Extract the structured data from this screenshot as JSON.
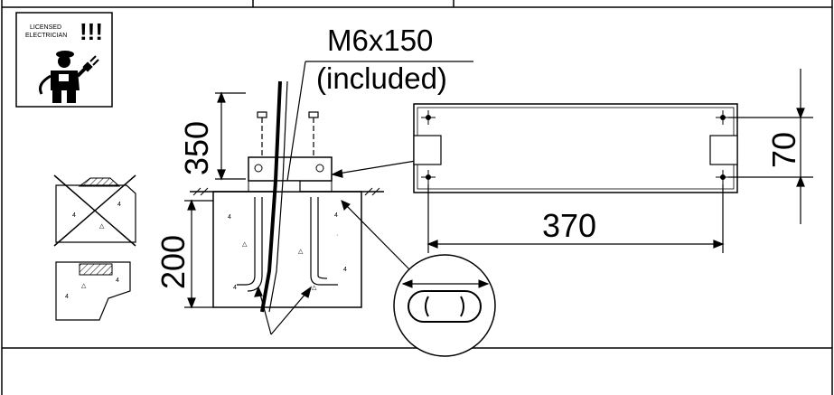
{
  "badge": {
    "text_line1": "LICENSED",
    "text_line2": "ELECTRICIAN",
    "exclaim": "!!!"
  },
  "labels": {
    "bolt": "M6x150",
    "included": "(included)",
    "dim_height_top": "350",
    "dim_depth": "200",
    "dim_width": "370",
    "dim_side": "70"
  },
  "icons": [
    "electrician-icon",
    "plug-icon",
    "level-icon"
  ]
}
